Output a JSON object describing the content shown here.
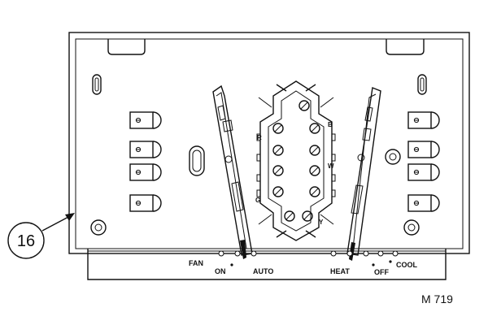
{
  "callout": {
    "number": "16"
  },
  "switches": {
    "fan": {
      "name": "FAN",
      "positions": [
        "ON",
        "AUTO"
      ]
    },
    "system": {
      "positions": [
        "HEAT",
        "OFF",
        "COOL"
      ]
    }
  },
  "terminals": [
    "R",
    "G",
    "B",
    "W",
    "Y"
  ],
  "figure_code": "M 719"
}
